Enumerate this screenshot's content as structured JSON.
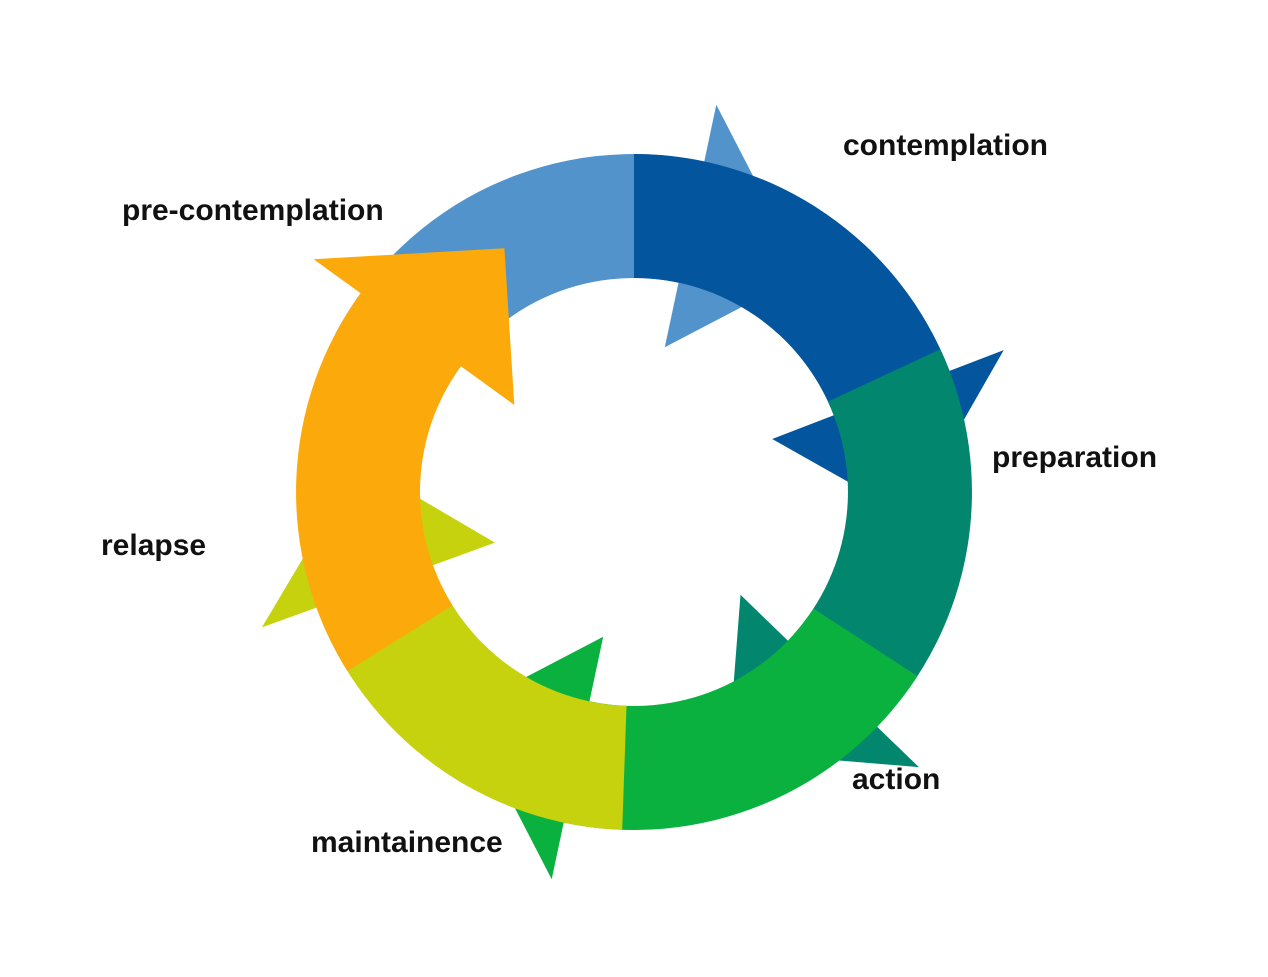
{
  "diagram": {
    "type": "cycle",
    "stages": [
      {
        "id": "pre-contemplation",
        "label": "pre-contemplation",
        "color": "#5293CB"
      },
      {
        "id": "contemplation",
        "label": "contemplation",
        "color": "#03559E"
      },
      {
        "id": "preparation",
        "label": "preparation",
        "color": "#02866E"
      },
      {
        "id": "action",
        "label": "action",
        "color": "#0AB13F"
      },
      {
        "id": "maintainence",
        "label": "maintainence",
        "color": "#C6D20D"
      },
      {
        "id": "relapse",
        "label": "relapse",
        "color": "#FCA90C"
      }
    ]
  }
}
